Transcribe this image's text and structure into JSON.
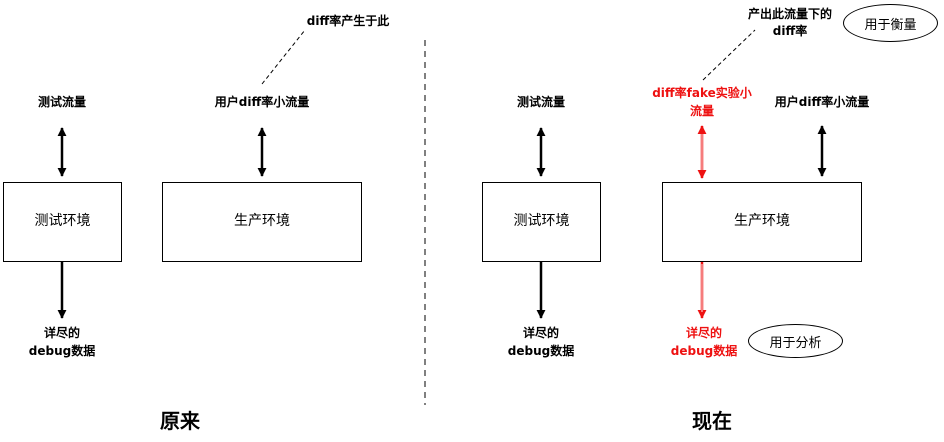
{
  "left": {
    "test_traffic": "测试流量",
    "test_env": "测试环境",
    "prod_env": "生产环境",
    "user_traffic": "用户diff率小流量",
    "diff_origin": "diff率产生于此",
    "debug_line1": "详尽的",
    "debug_line2": "debug数据",
    "title": "原来"
  },
  "right": {
    "test_traffic": "测试流量",
    "test_env": "测试环境",
    "prod_env": "生产环境",
    "user_traffic": "用户diff率小流量",
    "fake_line1": "diff率fake实验小",
    "fake_line2": "流量",
    "diff_produced_line1": "产出此流量下的",
    "diff_produced_line2": "diff率",
    "for_measure": "用于衡量",
    "debug_line1": "详尽的",
    "debug_line2": "debug数据",
    "red_debug_line1": "详尽的",
    "red_debug_line2": "debug数据",
    "for_analysis": "用于分析",
    "title": "现在"
  },
  "colors": {
    "highlight": "#ee1111",
    "line": "#000000"
  }
}
